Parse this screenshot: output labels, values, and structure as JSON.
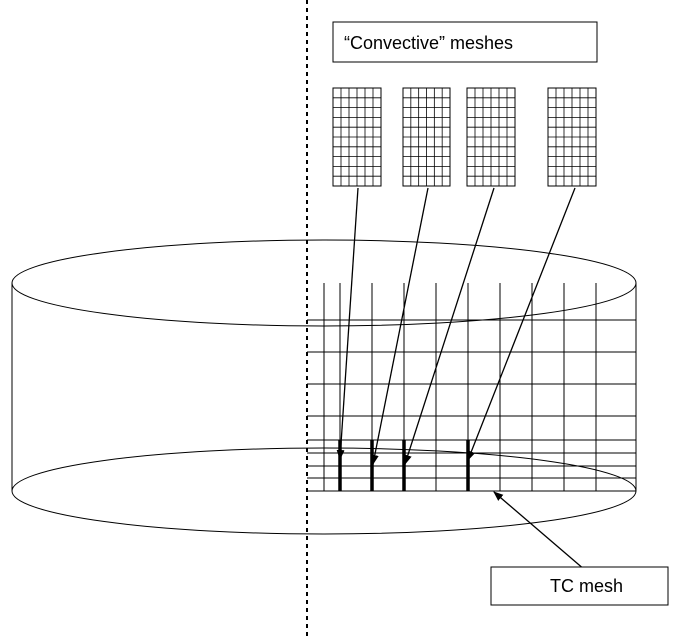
{
  "labels": {
    "convective_meshes": "“Convective” meshes",
    "tc_mesh": "TC mesh"
  },
  "colors": {
    "line": "#000000",
    "background": "#ffffff"
  },
  "convective_meshes": [
    {
      "id": "mesh-1",
      "rows": 10,
      "cols": 6
    },
    {
      "id": "mesh-2",
      "rows": 10,
      "cols": 6
    },
    {
      "id": "mesh-3",
      "rows": 10,
      "cols": 6
    },
    {
      "id": "mesh-4",
      "rows": 10,
      "cols": 6
    }
  ]
}
